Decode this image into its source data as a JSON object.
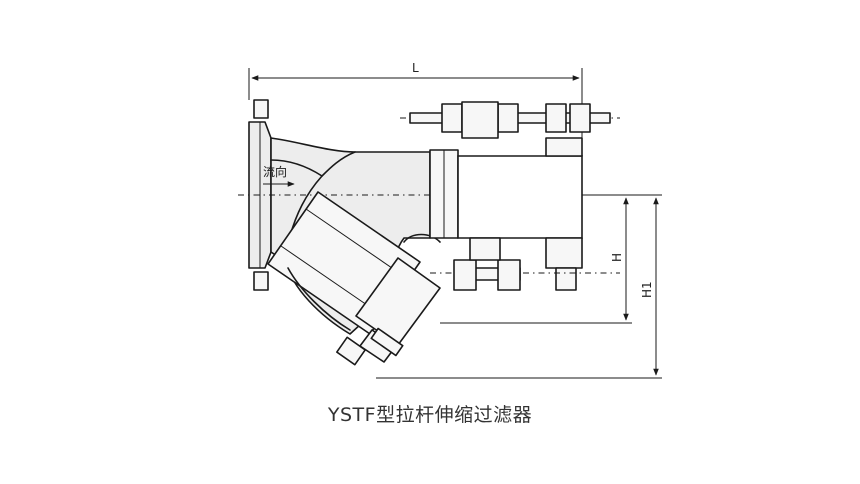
{
  "figure": {
    "caption": "YSTF型拉杆伸缩过滤器",
    "flow_label": "流向",
    "dimensions": {
      "length": "L",
      "height": "H",
      "height_total": "H1"
    }
  }
}
